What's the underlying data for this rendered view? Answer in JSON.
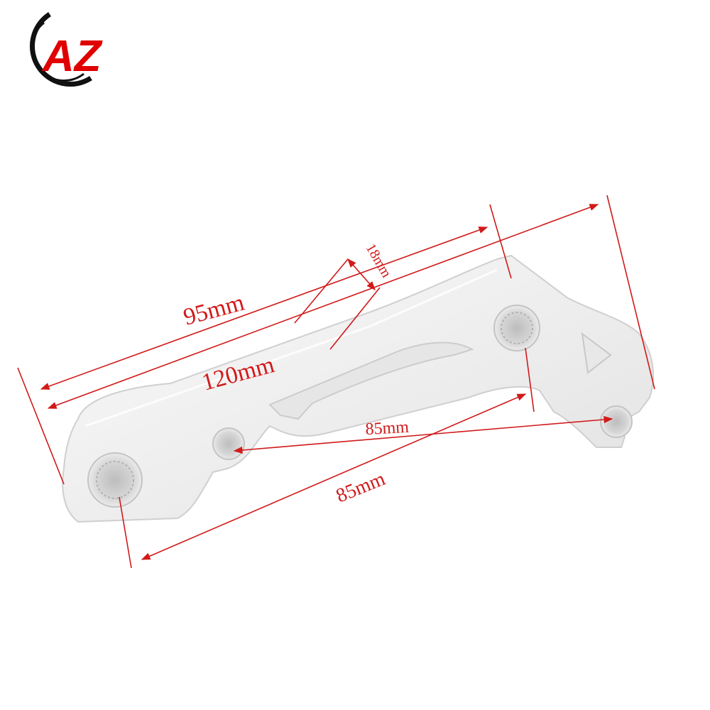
{
  "logo": {
    "text": "AZ",
    "colors": {
      "ring": "#111111",
      "letters": "#e00000"
    }
  },
  "product": {
    "name_icon": "brake-caliper-bracket-icon",
    "finish_color": "#f2f2f2"
  },
  "dimensions": {
    "color": "#d11a1a",
    "top_length": "95mm",
    "overall_length": "120mm",
    "offset": "18mm",
    "hole_spacing_a": "85mm",
    "hole_spacing_b": "85mm"
  }
}
